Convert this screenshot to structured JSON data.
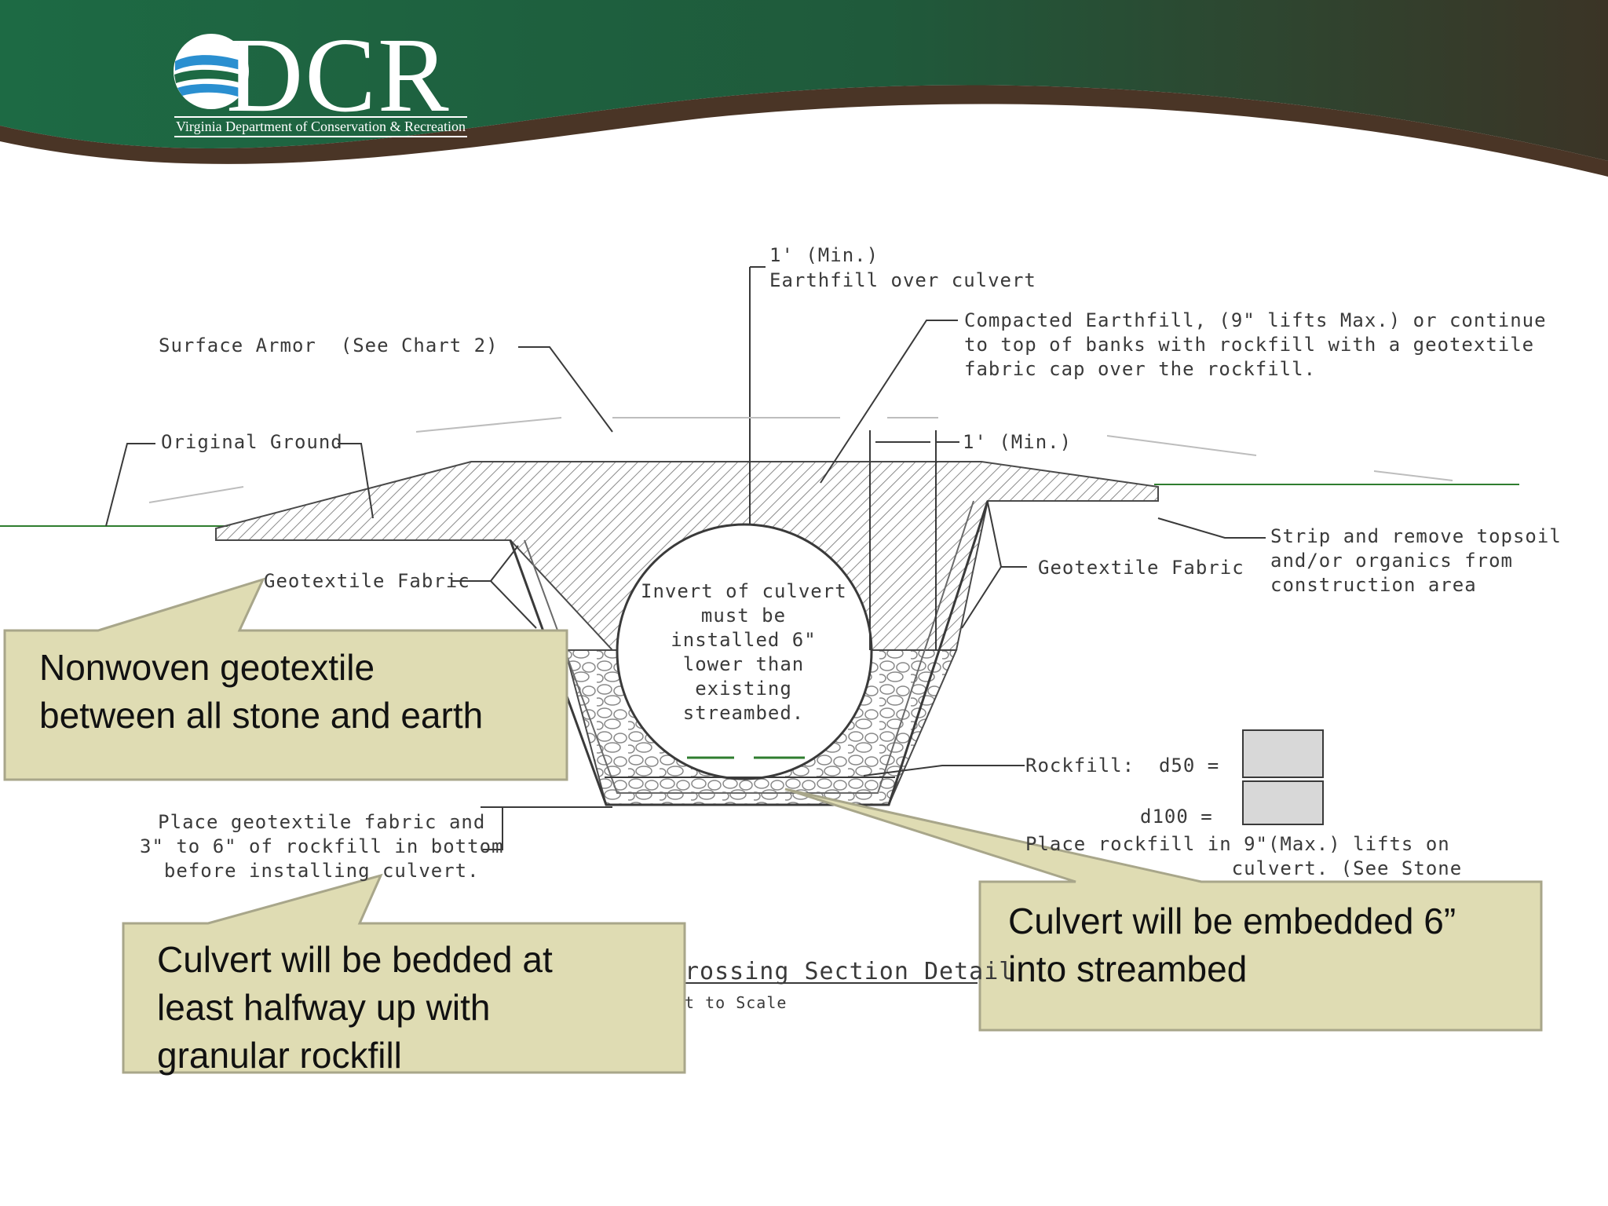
{
  "header": {
    "logo_text": "DCR",
    "logo_subtitle": "Virginia Department of Conservation & Recreation",
    "colors": {
      "green": "#1e6b45",
      "brown": "#4a3526"
    }
  },
  "drawing_labels": {
    "min_cover": "1' (Min.)",
    "earthfill_over": "Earthfill over culvert",
    "surface_armor": "Surface Armor  (See Chart 2)",
    "compacted": "Compacted Earthfill, (9\" lifts Max.) or continue\nto top of banks with rockfill with a geotextile\nfabric cap over the rockfill.",
    "original_ground": "Original Ground",
    "min_side": "1' (Min.)",
    "geotextile_left": "Geotextile Fabric",
    "geotextile_right": "Geotextile Fabric",
    "strip": "Strip and remove topsoil\nand/or organics from\nconstruction area",
    "invert": "Invert of culvert\nmust be\ninstalled 6\"\nlower than\nexisting\nstreambed.",
    "rockfill": "Rockfill:  d50 =",
    "d100": "d100 =",
    "place_geotextile": "Place geotextile fabric and\n3\" to 6\" of rockfill in bottom\nbefore installing culvert.",
    "place_rockfill": "Place rockfill in 9\"(Max.) lifts on\n                 culvert. (See Stone",
    "section_title": "rossing Section Detail",
    "not_to_scale": "t to Scale"
  },
  "callouts": {
    "geotextile": "Nonwoven geotextile\nbetween all stone and earth",
    "bedded": "Culvert will be bedded at\nleast halfway up with\ngranular rockfill",
    "embedded": "Culvert will be embedded 6”\ninto streambed"
  },
  "callout_colors": {
    "fill": "#dfdcb3",
    "border": "#a8a68a"
  }
}
